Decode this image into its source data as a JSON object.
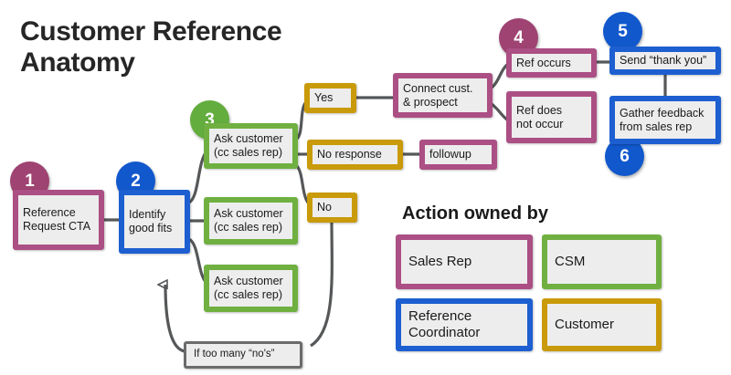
{
  "title": "Customer Reference\nAnatomy",
  "colors": {
    "sales_rep_purple": "#ab4f84",
    "reference_coordinator_blue": "#1d5fd0",
    "csm_green": "#6fb041",
    "customer_gold": "#c99a09",
    "note_gray": "#6b6b6b",
    "node_fill": "#ededed",
    "connector": "#555759",
    "background": "#ffffff"
  },
  "badges": [
    {
      "id": "1",
      "label": "1",
      "color": "purple"
    },
    {
      "id": "2",
      "label": "2",
      "color": "blue"
    },
    {
      "id": "3",
      "label": "3",
      "color": "green"
    },
    {
      "id": "4",
      "label": "4",
      "color": "purple"
    },
    {
      "id": "5",
      "label": "5",
      "color": "blue"
    },
    {
      "id": "6",
      "label": "6",
      "color": "blue"
    }
  ],
  "nodes": {
    "reference_request_cta": {
      "label": "Reference\nRequest CTA",
      "owner": "Sales Rep"
    },
    "identify_good_fits": {
      "label": "Identify\ngood fits",
      "owner": "Reference Coordinator"
    },
    "ask_customer_1": {
      "label": "Ask customer\n(cc sales rep)",
      "owner": "CSM"
    },
    "ask_customer_2": {
      "label": "Ask customer\n(cc sales rep)",
      "owner": "CSM"
    },
    "ask_customer_3": {
      "label": "Ask customer\n(cc sales rep)",
      "owner": "CSM"
    },
    "yes": {
      "label": "Yes",
      "owner": "Customer"
    },
    "no_response": {
      "label": "No response",
      "owner": "Customer"
    },
    "no": {
      "label": "No",
      "owner": "Customer"
    },
    "followup": {
      "label": "followup",
      "owner": "Sales Rep"
    },
    "connect_cust_prospect": {
      "label": "Connect cust.\n& prospect",
      "owner": "Sales Rep"
    },
    "ref_occurs": {
      "label": "Ref occurs",
      "owner": "Sales Rep"
    },
    "ref_does_not_occur": {
      "label": "Ref does\nnot occur",
      "owner": "Sales Rep"
    },
    "send_thank_you": {
      "label": "Send “thank you”",
      "owner": "Reference Coordinator"
    },
    "gather_feedback": {
      "label": "Gather feedback\nfrom sales rep",
      "owner": "Reference Coordinator"
    },
    "if_too_many_nos": {
      "label": "If too many “no's”",
      "owner": "note"
    }
  },
  "legend": {
    "title": "Action owned by",
    "items": [
      {
        "label": "Sales Rep",
        "color": "purple"
      },
      {
        "label": "CSM",
        "color": "green"
      },
      {
        "label": "Reference\nCoordinator",
        "color": "blue"
      },
      {
        "label": "Customer",
        "color": "gold"
      }
    ]
  }
}
